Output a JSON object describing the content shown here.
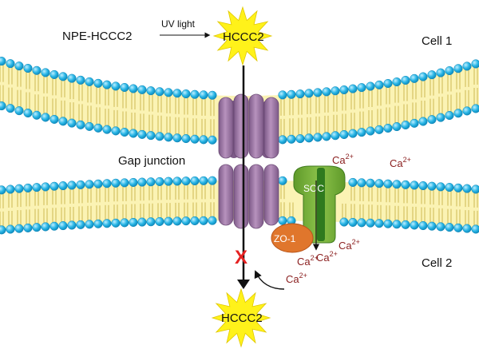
{
  "labels": {
    "precursor": "NPE-HCCC2",
    "uv": "UV light",
    "product_top": "HCCC2",
    "product_bottom": "HCCC2",
    "cell1": "Cell 1",
    "cell2": "Cell 2",
    "gap_junction": "Gap junction",
    "soc": "SOC",
    "zo1": "ZO-1",
    "blocked_mark": "X"
  },
  "calcium": {
    "base": "Ca",
    "charge": "2+"
  },
  "colors": {
    "lipid_head": "#29b6e6",
    "lipid_head_stroke": "#0d86b8",
    "bilayer_fill": "#fbf3b4",
    "tail": "#c9b24a",
    "connexin": "#a77fae",
    "connexin_dark": "#7d5a88",
    "soc": "#7fb03a",
    "soc_dark": "#2f7a1e",
    "zo1": "#e0762c",
    "calcium": "#8a1e1e",
    "star": "#fff21a",
    "block": "#e52222"
  }
}
